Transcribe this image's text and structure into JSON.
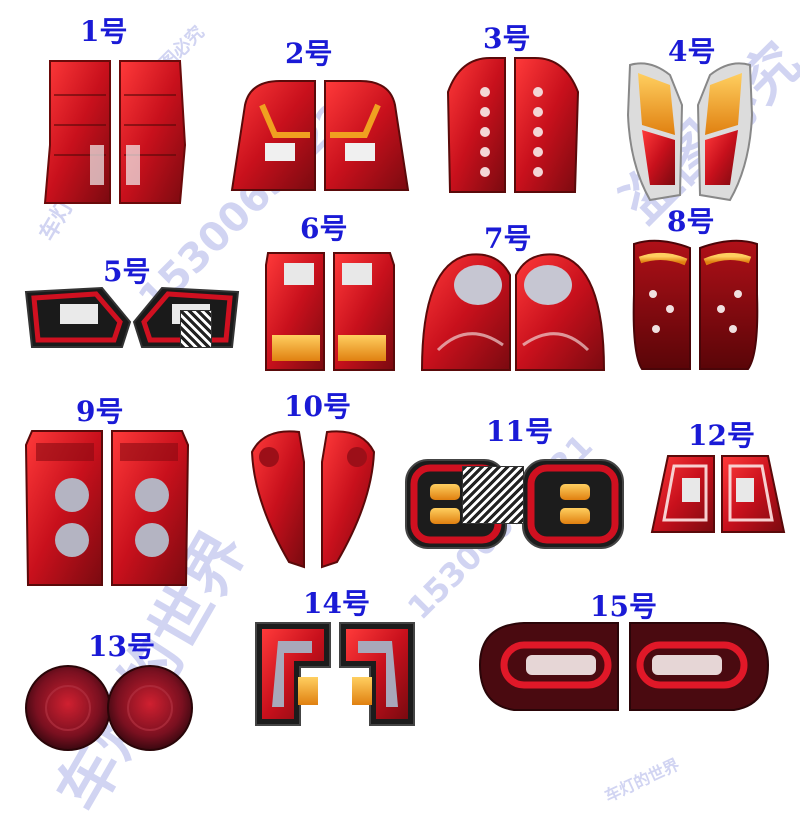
{
  "products": [
    {
      "label": "1号"
    },
    {
      "label": "2号"
    },
    {
      "label": "3号"
    },
    {
      "label": "4号"
    },
    {
      "label": "5号"
    },
    {
      "label": "6号"
    },
    {
      "label": "7号"
    },
    {
      "label": "8号"
    },
    {
      "label": "9号"
    },
    {
      "label": "10号"
    },
    {
      "label": "11号"
    },
    {
      "label": "12号"
    },
    {
      "label": "13号"
    },
    {
      "label": "14号"
    },
    {
      "label": "15号"
    }
  ],
  "watermarks": {
    "shop": "车灯的世界",
    "phone": "15300633221",
    "warning": "盗图必究"
  },
  "colors": {
    "label": "#1a1ad6",
    "lamp_red": "#c8101c",
    "amber": "#f0a020"
  }
}
